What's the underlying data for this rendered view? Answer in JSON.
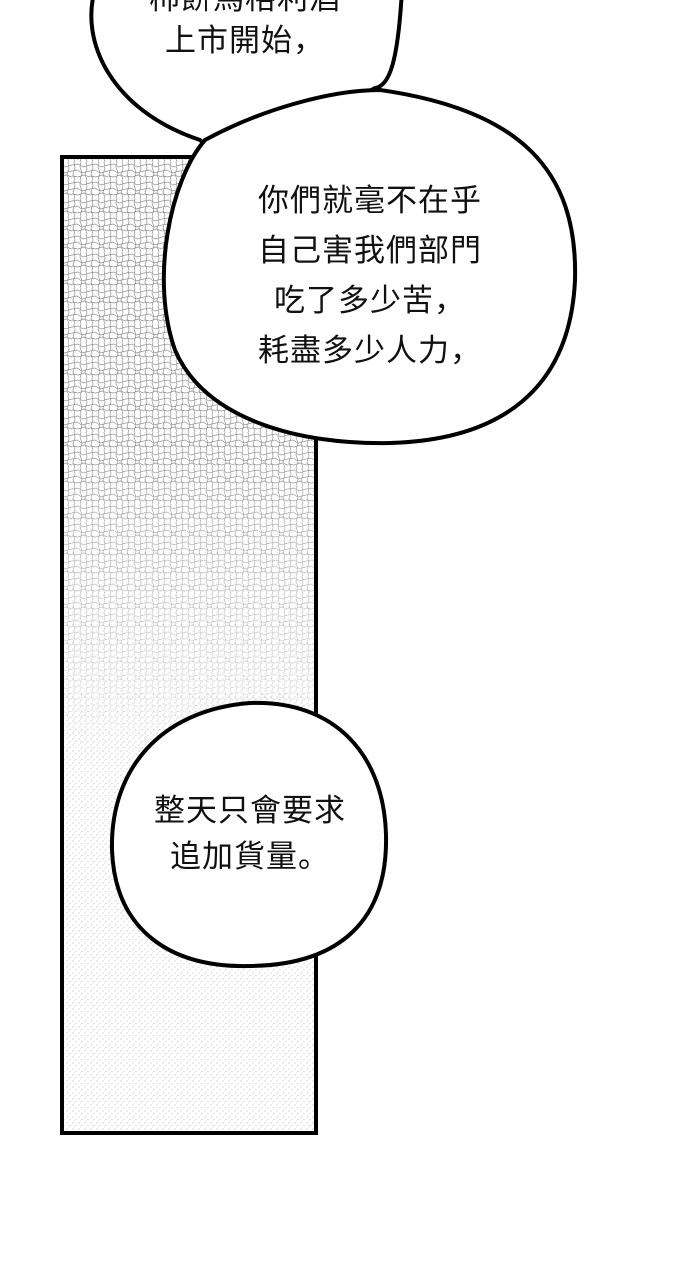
{
  "bubbles": [
    {
      "id": "bubble-1",
      "lines": [
        "柿餅馬格利酒",
        "上市開始，"
      ]
    },
    {
      "id": "bubble-2",
      "lines": [
        "你們就毫不在乎",
        "自己害我們部門",
        "吃了多少苦，",
        "耗盡多少人力，"
      ]
    },
    {
      "id": "bubble-3",
      "lines": [
        "整天只會要求",
        "追加貨量。"
      ]
    }
  ],
  "colors": {
    "ink": "#111111",
    "paper": "#ffffff",
    "screentone": "#9a9a9a"
  }
}
